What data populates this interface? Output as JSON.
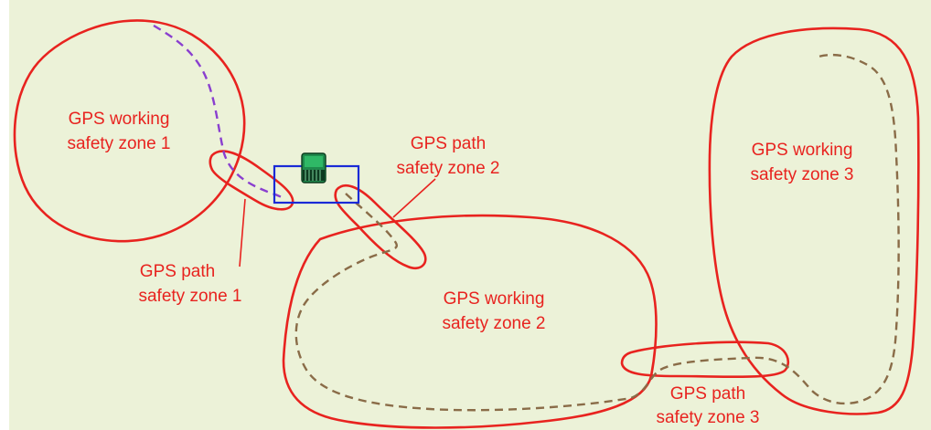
{
  "colors": {
    "background": "#ecf2d8",
    "zone_outline": "#e8231f",
    "label_text": "#e8231f",
    "path_purple": "#8a3fcf",
    "path_brown": "#8a6c48",
    "robot_box": "#1a2ad6",
    "robot_body": "#1f8a4c"
  },
  "labels": {
    "working_zone_1": {
      "line1": "GPS working",
      "line2": "safety  zone 1"
    },
    "working_zone_2": {
      "line1": "GPS working",
      "line2": "safety  zone 2"
    },
    "working_zone_3": {
      "line1": "GPS working",
      "line2": "safety  zone 3"
    },
    "path_zone_1": {
      "line1": "GPS path",
      "line2": "safety zone 1"
    },
    "path_zone_2": {
      "line1": "GPS path",
      "line2": "safety zone 2"
    },
    "path_zone_3": {
      "line1": "GPS path",
      "line2": "safety zone 3"
    }
  },
  "icons": {
    "robot": "robot-mower-icon"
  }
}
